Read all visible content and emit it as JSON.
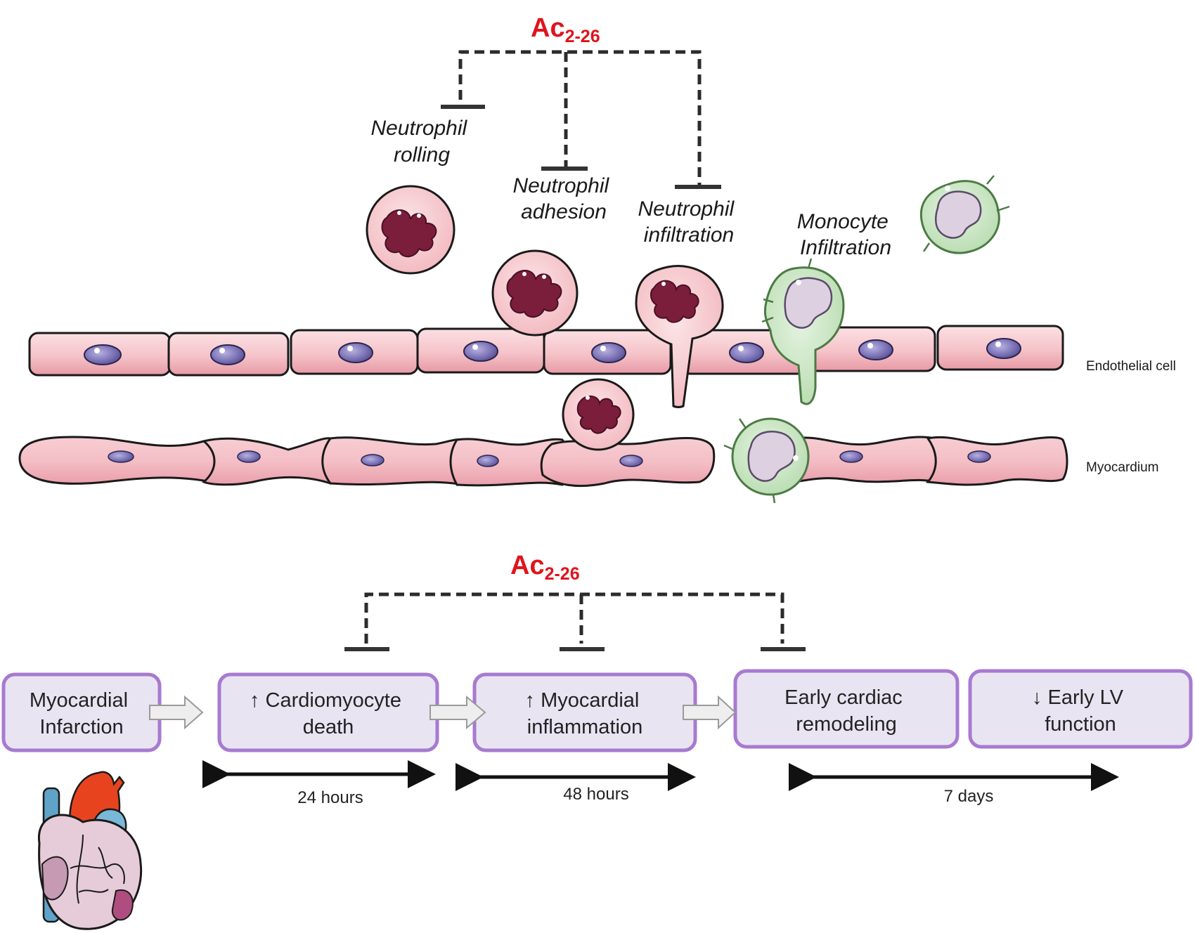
{
  "figure": {
    "top": {
      "drug": {
        "main": "Ac",
        "sub": "2-26"
      },
      "targets": [
        {
          "line1": "Neutrophil",
          "line2": "rolling"
        },
        {
          "line1": "Neutrophil",
          "line2": "adhesion"
        },
        {
          "line1": "Neutrophil",
          "line2": "infiltration"
        }
      ],
      "monocyte_label": {
        "line1": "Monocyte",
        "line2": "Infiltration"
      },
      "layers": {
        "endothelial": "Endothelial cell",
        "myocardium": "Myocardium"
      }
    },
    "bottom": {
      "drug": {
        "main": "Ac",
        "sub": "2-26"
      },
      "boxes": [
        {
          "line1": "Myocardial",
          "line2": "Infarction"
        },
        {
          "line1": "↑ Cardiomyocyte",
          "line2": "death"
        },
        {
          "line1": "↑ Myocardial",
          "line2": "inflammation"
        },
        {
          "line1": "Early cardiac",
          "line2": "remodeling"
        },
        {
          "line1": "↓ Early LV",
          "line2": "function"
        }
      ],
      "timelines": [
        "24 hours",
        "48 hours",
        "7 days"
      ]
    },
    "colors": {
      "drug_red": "#e0141b",
      "box_border": "#a77ad0",
      "box_fill": "#e9e4f2",
      "cell_pink": "#f6c6cb",
      "neutrophil_nucleus": "#7a1e3c",
      "monocyte_green": "#cde7c8",
      "nucleus_purple": "#6c63a8"
    }
  }
}
